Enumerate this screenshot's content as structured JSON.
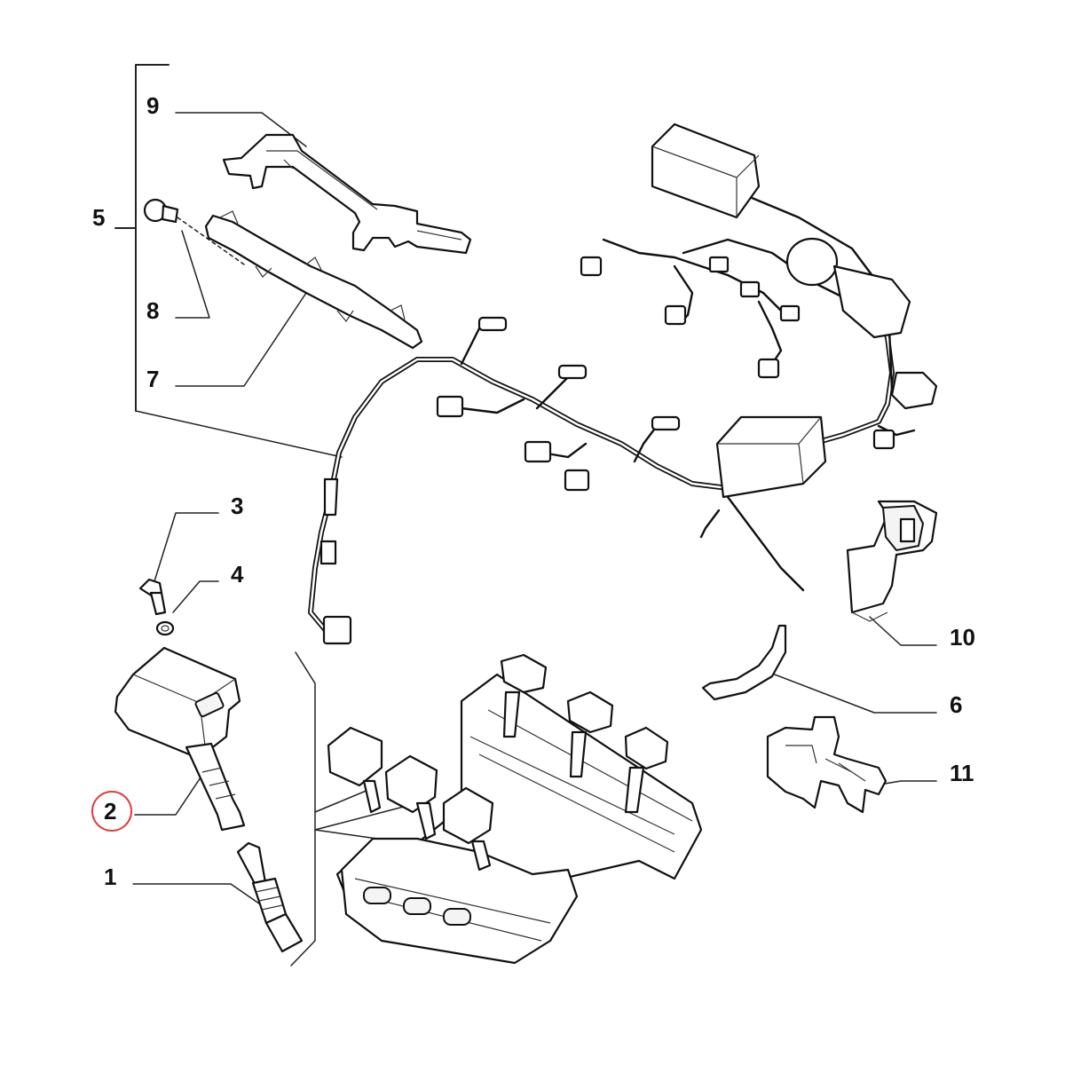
{
  "callouts": {
    "c1": "1",
    "c2": "2",
    "c3": "3",
    "c4": "4",
    "c5": "5",
    "c6": "6",
    "c7": "7",
    "c8": "8",
    "c9": "9",
    "c10": "10",
    "c11": "11"
  },
  "highlight": {
    "callout": "2",
    "color": "#e23b3b"
  }
}
